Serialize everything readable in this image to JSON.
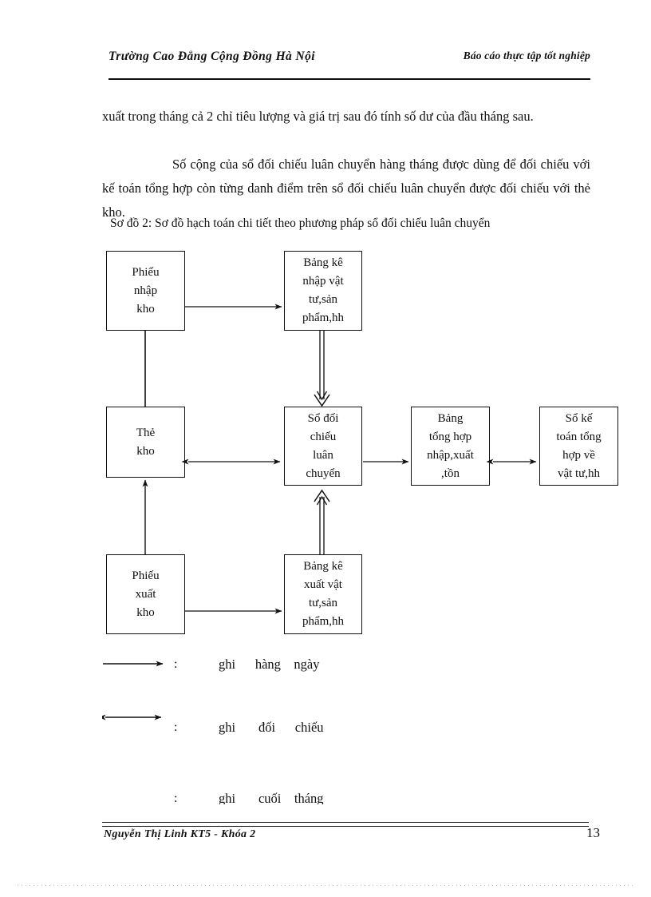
{
  "header": {
    "left": "Trường Cao Đẳng Cộng Đồng Hà Nội",
    "right": "Báo cáo thực tập tốt nghiệp"
  },
  "body": {
    "paragraph1": "xuất trong tháng cả 2 chỉ tiêu lượng và giá trị sau đó tính số dư của đầu tháng sau.",
    "paragraph2": "Số cộng của sổ đối chiếu luân chuyển hàng tháng được dùng để đối chiếu với kế toán tổng hợp còn từng danh điểm trên sổ đối chiếu luân chuyển được đối chiếu với thẻ kho.",
    "caption": "Sơ đồ 2: Sơ đồ hạch toán chi tiết theo phương pháp  sổ đối chiếu luân chuyển"
  },
  "diagram": {
    "nodes": [
      {
        "id": "phieu-nhap-kho",
        "label": "Phiếu\nnhập\nkho"
      },
      {
        "id": "bang-ke-nhap",
        "label": "Bảng kê\nnhập vật\ntư,sản\nphẩm,hh"
      },
      {
        "id": "the-kho",
        "label": "Thẻ\nkho"
      },
      {
        "id": "so-doi-chieu",
        "label": "Sổ đối\nchiếu\nluân\nchuyển"
      },
      {
        "id": "bang-tong-hop",
        "label": "Bảng\ntổng hợp\nnhập,xuất\n,tồn"
      },
      {
        "id": "so-ke-toan",
        "label": "Sổ kế\ntoán tổng\nhợp về\nvật tư,hh"
      }
    ]
  },
  "legend": [
    {
      "id": "ghi-hang-ngay",
      "arrow": "arrow-right-icon",
      "colon": ":",
      "text": "ghi      hàng    ngày"
    },
    {
      "id": "ghi-doi-chieu",
      "arrow": "arrow-double-head-icon",
      "colon": ":",
      "text": "ghi       đối      chiếu"
    },
    {
      "id": "ghi-cuoi-thang",
      "arrow": "arrow-double-line-icon",
      "colon": ":",
      "text": "ghi       cuối    tháng"
    }
  ],
  "footer": {
    "author": "Nguyễn Thị Linh  KT5 - Khóa 2",
    "page_number": "13"
  },
  "colors": {
    "ink": "#111111",
    "paper": "#ffffff"
  }
}
